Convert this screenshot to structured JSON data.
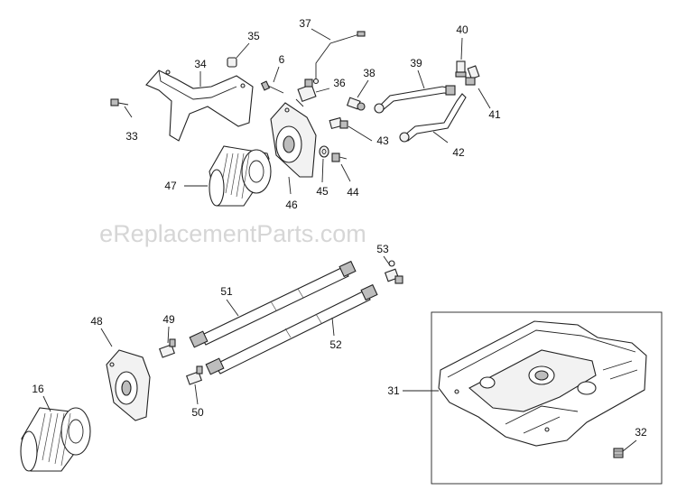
{
  "watermark": "eReplacementParts.com",
  "callouts": [
    {
      "id": "c33",
      "text": "33"
    },
    {
      "id": "c34",
      "text": "34"
    },
    {
      "id": "c35",
      "text": "35"
    },
    {
      "id": "c6",
      "text": "6"
    },
    {
      "id": "c37",
      "text": "37"
    },
    {
      "id": "c36",
      "text": "36"
    },
    {
      "id": "c38",
      "text": "38"
    },
    {
      "id": "c39",
      "text": "39"
    },
    {
      "id": "c40",
      "text": "40"
    },
    {
      "id": "c41",
      "text": "41"
    },
    {
      "id": "c42",
      "text": "42"
    },
    {
      "id": "c43",
      "text": "43"
    },
    {
      "id": "c44",
      "text": "44"
    },
    {
      "id": "c45",
      "text": "45"
    },
    {
      "id": "c46",
      "text": "46"
    },
    {
      "id": "c47",
      "text": "47"
    },
    {
      "id": "c53",
      "text": "53"
    },
    {
      "id": "c51",
      "text": "51"
    },
    {
      "id": "c52",
      "text": "52"
    },
    {
      "id": "c48",
      "text": "48"
    },
    {
      "id": "c49",
      "text": "49"
    },
    {
      "id": "c16",
      "text": "16"
    },
    {
      "id": "c50",
      "text": "50"
    },
    {
      "id": "c31",
      "text": "31"
    },
    {
      "id": "c32",
      "text": "32"
    }
  ]
}
